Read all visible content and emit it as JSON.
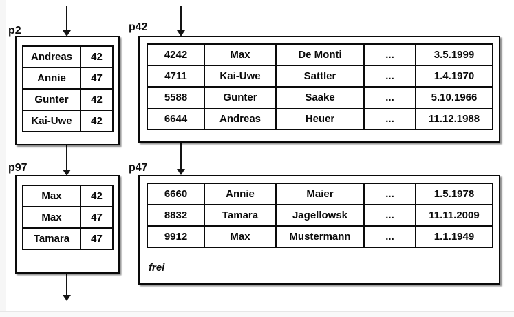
{
  "colors": {
    "line": "#0a0a0a",
    "page_fill": "#ffffff",
    "background": "#ffffff",
    "margin_strip": "#f6f6f6"
  },
  "pages": {
    "p2": {
      "label": "p2",
      "rows": [
        [
          "Andreas",
          "42"
        ],
        [
          "Annie",
          "47"
        ],
        [
          "Gunter",
          "42"
        ],
        [
          "Kai-Uwe",
          "42"
        ]
      ]
    },
    "p42": {
      "label": "p42",
      "rows": [
        [
          "4242",
          "Max",
          "De Monti",
          "...",
          "3.5.1999"
        ],
        [
          "4711",
          "Kai-Uwe",
          "Sattler",
          "...",
          "1.4.1970"
        ],
        [
          "5588",
          "Gunter",
          "Saake",
          "...",
          "5.10.1966"
        ],
        [
          "6644",
          "Andreas",
          "Heuer",
          "...",
          "11.12.1988"
        ]
      ]
    },
    "p97": {
      "label": "p97",
      "rows": [
        [
          "Max",
          "42"
        ],
        [
          "Max",
          "47"
        ],
        [
          "Tamara",
          "47"
        ]
      ]
    },
    "p47": {
      "label": "p47",
      "rows": [
        [
          "6660",
          "Annie",
          "Maier",
          "...",
          "1.5.1978"
        ],
        [
          "8832",
          "Tamara",
          "Jagellowsk",
          "...",
          "11.11.2009"
        ],
        [
          "9912",
          "Max",
          "Mustermann",
          "...",
          "1.1.1949"
        ]
      ],
      "free_label": "frei"
    }
  }
}
